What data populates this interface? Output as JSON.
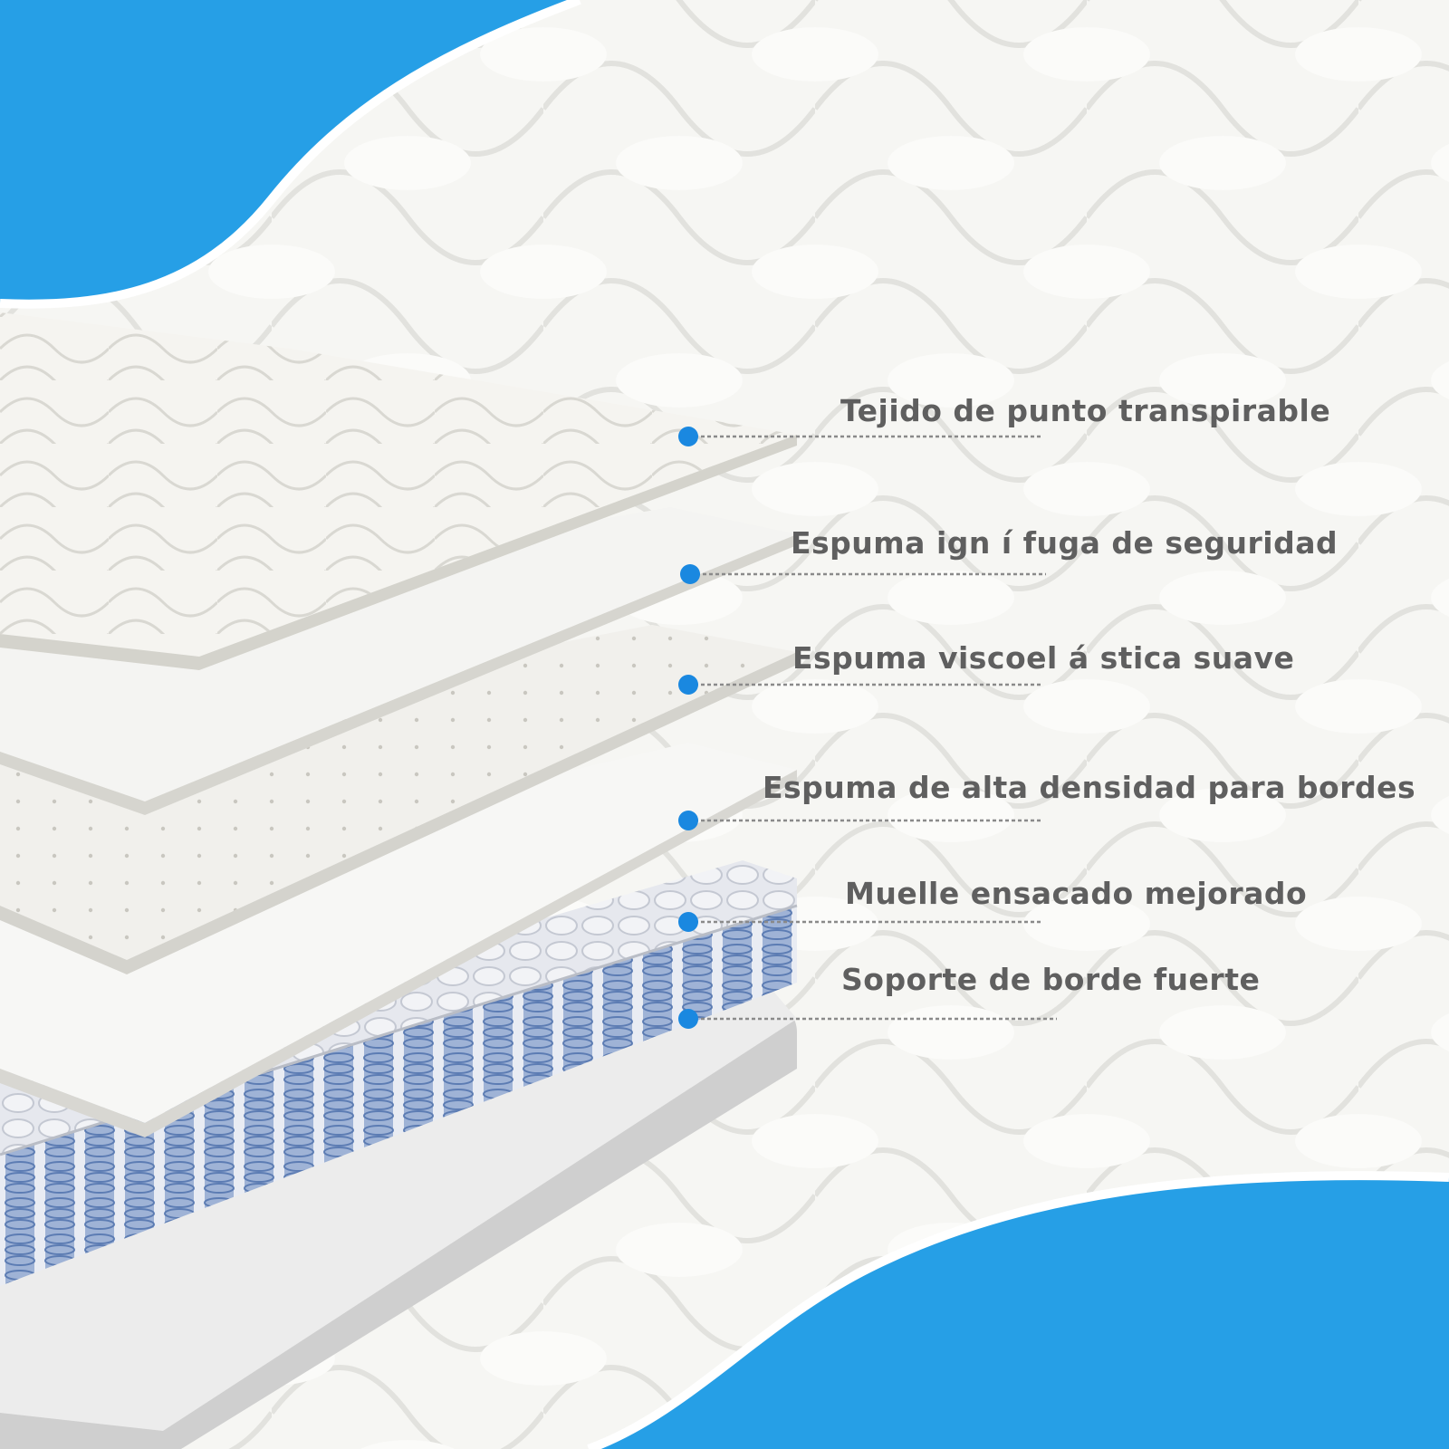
{
  "colors": {
    "accent_blue": "#269fe6",
    "label_gray": "#5f5f5f",
    "dot_blue": "#1a88e0",
    "spring_blue": "#7c9bc9"
  },
  "layers": [
    {
      "label": "Tejido de punto transpirable"
    },
    {
      "label": "Espuma ign í fuga de seguridad"
    },
    {
      "label": "Espuma viscoel á stica suave"
    },
    {
      "label": "Espuma de alta densidad para bordes"
    },
    {
      "label": "Muelle ensacado mejorado"
    },
    {
      "label": "Soporte de borde fuerte"
    }
  ]
}
